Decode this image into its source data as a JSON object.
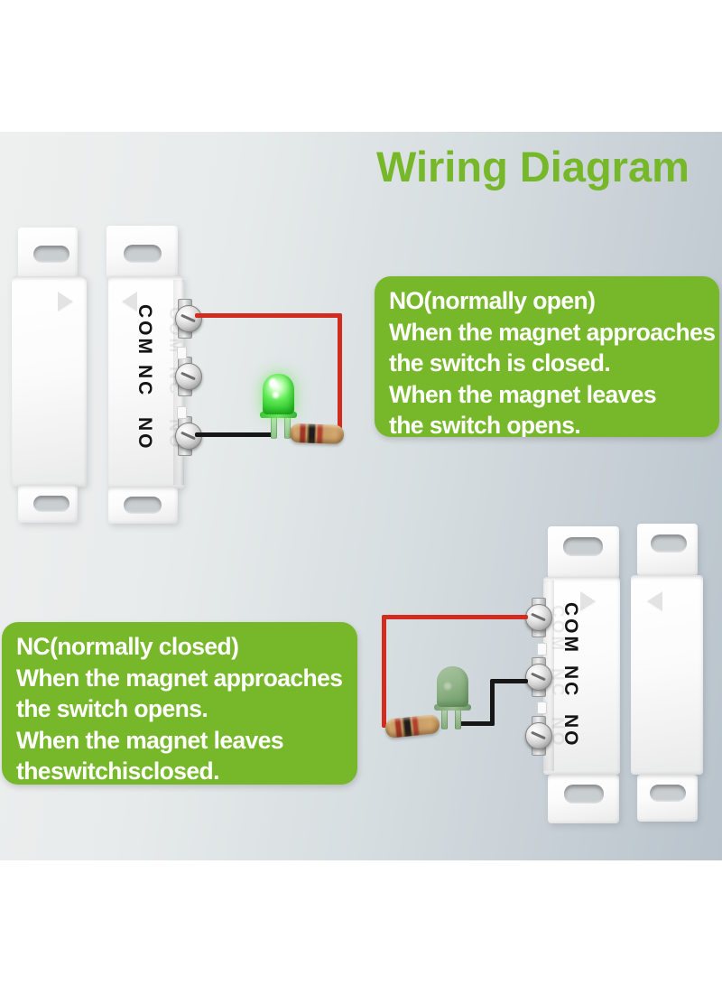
{
  "title": "Wiring Diagram",
  "colors": {
    "accent_green": "#76b82a",
    "wire_red": "#d22b1f",
    "wire_black": "#161616",
    "led_on": "#3ecf37",
    "led_off": "#8aae84",
    "resistor_tan": "#c99e67",
    "panel_light": "#eef0ef",
    "panel_dark": "#b9c3cb"
  },
  "no_callout": {
    "lines": [
      "NO(normally open)",
      "When the magnet approaches",
      "the switch is closed.",
      "When the magnet leaves",
      "the switch opens."
    ]
  },
  "nc_callout": {
    "lines": [
      "NC(normally closed)",
      "When the magnet approaches",
      "the switch opens.",
      "When the magnet leaves",
      "theswitchisclosed."
    ]
  },
  "top_switch": {
    "terminals": [
      {
        "label": "COM"
      },
      {
        "label": "NC"
      },
      {
        "label": "NO"
      }
    ]
  },
  "bottom_switch": {
    "terminals": [
      {
        "label": "COM"
      },
      {
        "label": "NC"
      },
      {
        "label": "NO"
      }
    ]
  }
}
